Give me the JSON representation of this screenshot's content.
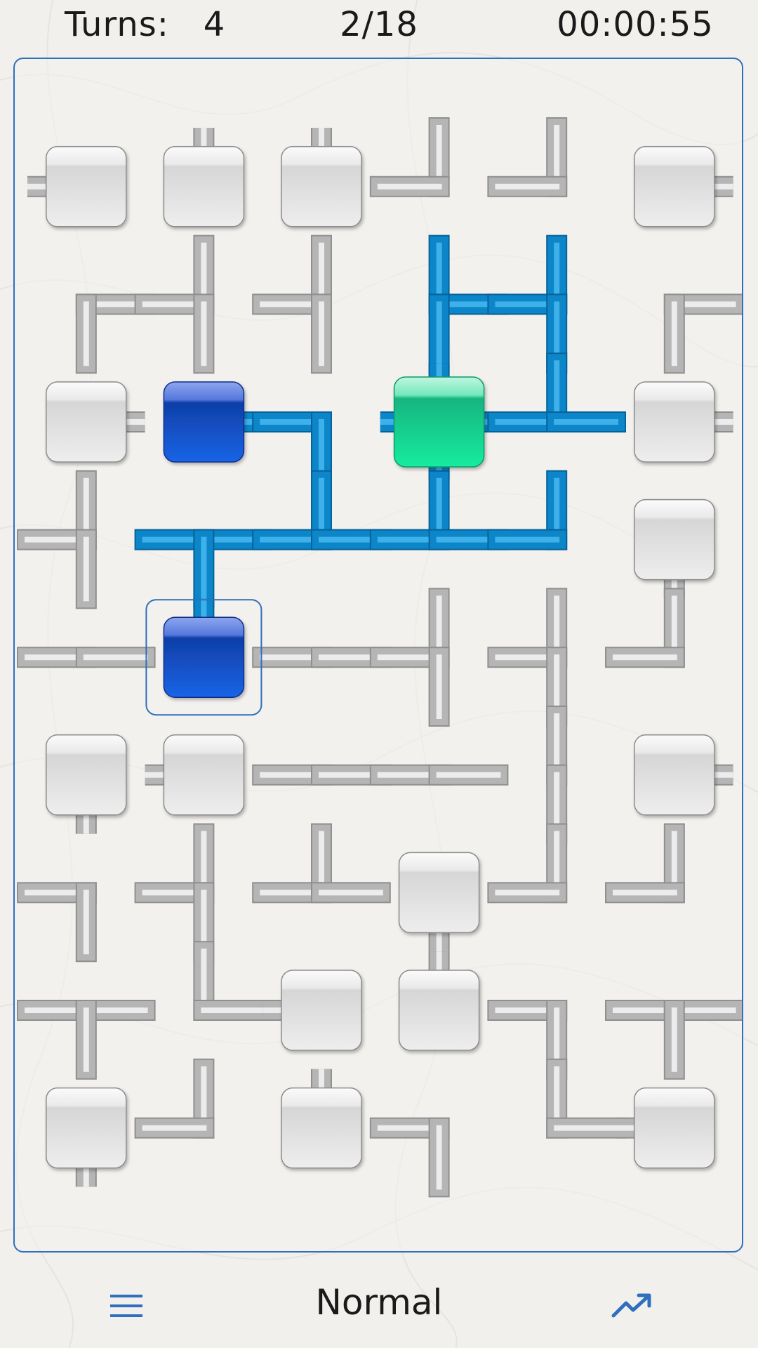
{
  "hud": {
    "turns_label": "Turns:",
    "turns_value": "4",
    "progress": "2/18",
    "timer": "00:00:55"
  },
  "footer": {
    "menu_icon": "hamburger-menu-icon",
    "mode": "Normal",
    "stats_icon": "trending-up-icon"
  },
  "colors": {
    "accent": "#2f6fbe",
    "water": "#0c86c8",
    "pipe_gray": "#c8c8c8",
    "source": "#10d898",
    "node_blue": "#0f4ec8",
    "node_gray": "#dedede"
  },
  "grid": {
    "cols": 6,
    "rows": 9,
    "cells": [
      {
        "r": 0,
        "c": 0,
        "kind": "node",
        "dirs": [
          "W"
        ],
        "state": "off"
      },
      {
        "r": 0,
        "c": 1,
        "kind": "node",
        "dirs": [
          "N"
        ],
        "state": "off"
      },
      {
        "r": 0,
        "c": 2,
        "kind": "node",
        "dirs": [
          "N"
        ],
        "state": "off"
      },
      {
        "r": 0,
        "c": 3,
        "kind": "pipe",
        "dirs": [
          "N",
          "W"
        ],
        "state": "off"
      },
      {
        "r": 0,
        "c": 4,
        "kind": "pipe",
        "dirs": [
          "N",
          "W"
        ],
        "state": "off"
      },
      {
        "r": 0,
        "c": 5,
        "kind": "node",
        "dirs": [
          "E"
        ],
        "state": "off"
      },
      {
        "r": 1,
        "c": 0,
        "kind": "pipe",
        "dirs": [
          "E",
          "S"
        ],
        "state": "off"
      },
      {
        "r": 1,
        "c": 1,
        "kind": "pipe",
        "dirs": [
          "N",
          "W",
          "S"
        ],
        "state": "off"
      },
      {
        "r": 1,
        "c": 2,
        "kind": "pipe",
        "dirs": [
          "N",
          "W",
          "S"
        ],
        "state": "off"
      },
      {
        "r": 1,
        "c": 3,
        "kind": "pipe",
        "dirs": [
          "N",
          "E",
          "S"
        ],
        "state": "on"
      },
      {
        "r": 1,
        "c": 4,
        "kind": "pipe",
        "dirs": [
          "N",
          "W",
          "S"
        ],
        "state": "on"
      },
      {
        "r": 1,
        "c": 5,
        "kind": "pipe",
        "dirs": [
          "E",
          "S"
        ],
        "state": "off"
      },
      {
        "r": 2,
        "c": 0,
        "kind": "node",
        "dirs": [
          "E"
        ],
        "state": "off"
      },
      {
        "r": 2,
        "c": 1,
        "kind": "node",
        "dirs": [
          "E"
        ],
        "state": "on"
      },
      {
        "r": 2,
        "c": 2,
        "kind": "pipe",
        "dirs": [
          "W",
          "S"
        ],
        "state": "on"
      },
      {
        "r": 2,
        "c": 3,
        "kind": "source",
        "dirs": [
          "N",
          "E",
          "S",
          "W"
        ],
        "state": "on"
      },
      {
        "r": 2,
        "c": 4,
        "kind": "pipe",
        "dirs": [
          "N",
          "W",
          "E"
        ],
        "state": "on"
      },
      {
        "r": 2,
        "c": 5,
        "kind": "node",
        "dirs": [
          "E"
        ],
        "state": "off"
      },
      {
        "r": 3,
        "c": 0,
        "kind": "pipe",
        "dirs": [
          "N",
          "W",
          "S"
        ],
        "state": "off"
      },
      {
        "r": 3,
        "c": 1,
        "kind": "pipe",
        "dirs": [
          "W",
          "E",
          "S"
        ],
        "state": "on"
      },
      {
        "r": 3,
        "c": 2,
        "kind": "pipe",
        "dirs": [
          "N",
          "W",
          "E"
        ],
        "state": "on"
      },
      {
        "r": 3,
        "c": 3,
        "kind": "pipe",
        "dirs": [
          "N",
          "W",
          "E"
        ],
        "state": "on"
      },
      {
        "r": 3,
        "c": 4,
        "kind": "pipe",
        "dirs": [
          "N",
          "W"
        ],
        "state": "on"
      },
      {
        "r": 3,
        "c": 5,
        "kind": "node",
        "dirs": [
          "S"
        ],
        "state": "off"
      },
      {
        "r": 4,
        "c": 0,
        "kind": "pipe",
        "dirs": [
          "W",
          "E"
        ],
        "state": "off"
      },
      {
        "r": 4,
        "c": 1,
        "kind": "node",
        "dirs": [
          "N"
        ],
        "state": "on",
        "selected": true
      },
      {
        "r": 4,
        "c": 2,
        "kind": "pipe",
        "dirs": [
          "W",
          "E"
        ],
        "state": "off"
      },
      {
        "r": 4,
        "c": 3,
        "kind": "pipe",
        "dirs": [
          "N",
          "W",
          "S"
        ],
        "state": "off"
      },
      {
        "r": 4,
        "c": 4,
        "kind": "pipe",
        "dirs": [
          "N",
          "W",
          "S"
        ],
        "state": "off"
      },
      {
        "r": 4,
        "c": 5,
        "kind": "pipe",
        "dirs": [
          "N",
          "W"
        ],
        "state": "off"
      },
      {
        "r": 5,
        "c": 0,
        "kind": "node",
        "dirs": [
          "S"
        ],
        "state": "off"
      },
      {
        "r": 5,
        "c": 1,
        "kind": "node",
        "dirs": [
          "W"
        ],
        "state": "off"
      },
      {
        "r": 5,
        "c": 2,
        "kind": "pipe",
        "dirs": [
          "W",
          "E"
        ],
        "state": "off"
      },
      {
        "r": 5,
        "c": 3,
        "kind": "pipe",
        "dirs": [
          "W",
          "E"
        ],
        "state": "off"
      },
      {
        "r": 5,
        "c": 4,
        "kind": "pipe",
        "dirs": [
          "N",
          "S"
        ],
        "state": "off"
      },
      {
        "r": 5,
        "c": 5,
        "kind": "node",
        "dirs": [
          "E"
        ],
        "state": "off"
      },
      {
        "r": 6,
        "c": 0,
        "kind": "pipe",
        "dirs": [
          "W",
          "S"
        ],
        "state": "off"
      },
      {
        "r": 6,
        "c": 1,
        "kind": "pipe",
        "dirs": [
          "N",
          "W",
          "S"
        ],
        "state": "off"
      },
      {
        "r": 6,
        "c": 2,
        "kind": "pipe",
        "dirs": [
          "N",
          "W",
          "E"
        ],
        "state": "off"
      },
      {
        "r": 6,
        "c": 3,
        "kind": "node",
        "dirs": [
          "S"
        ],
        "state": "off"
      },
      {
        "r": 6,
        "c": 4,
        "kind": "pipe",
        "dirs": [
          "N",
          "W"
        ],
        "state": "off"
      },
      {
        "r": 6,
        "c": 5,
        "kind": "pipe",
        "dirs": [
          "N",
          "W"
        ],
        "state": "off"
      },
      {
        "r": 7,
        "c": 0,
        "kind": "pipe",
        "dirs": [
          "W",
          "E",
          "S"
        ],
        "state": "off"
      },
      {
        "r": 7,
        "c": 1,
        "kind": "pipe",
        "dirs": [
          "N",
          "E"
        ],
        "state": "off"
      },
      {
        "r": 7,
        "c": 2,
        "kind": "node",
        "dirs": [
          "W"
        ],
        "state": "off"
      },
      {
        "r": 7,
        "c": 3,
        "kind": "node",
        "dirs": [
          "N"
        ],
        "state": "off"
      },
      {
        "r": 7,
        "c": 4,
        "kind": "pipe",
        "dirs": [
          "W",
          "S"
        ],
        "state": "off"
      },
      {
        "r": 7,
        "c": 5,
        "kind": "pipe",
        "dirs": [
          "W",
          "E",
          "S"
        ],
        "state": "off"
      },
      {
        "r": 8,
        "c": 0,
        "kind": "node",
        "dirs": [
          "S"
        ],
        "state": "off"
      },
      {
        "r": 8,
        "c": 1,
        "kind": "pipe",
        "dirs": [
          "N",
          "W"
        ],
        "state": "off"
      },
      {
        "r": 8,
        "c": 2,
        "kind": "node",
        "dirs": [
          "N"
        ],
        "state": "off"
      },
      {
        "r": 8,
        "c": 3,
        "kind": "pipe",
        "dirs": [
          "W",
          "S"
        ],
        "state": "off"
      },
      {
        "r": 8,
        "c": 4,
        "kind": "pipe",
        "dirs": [
          "N",
          "E"
        ],
        "state": "off"
      },
      {
        "r": 8,
        "c": 5,
        "kind": "node",
        "dirs": [
          "W"
        ],
        "state": "off"
      }
    ]
  }
}
